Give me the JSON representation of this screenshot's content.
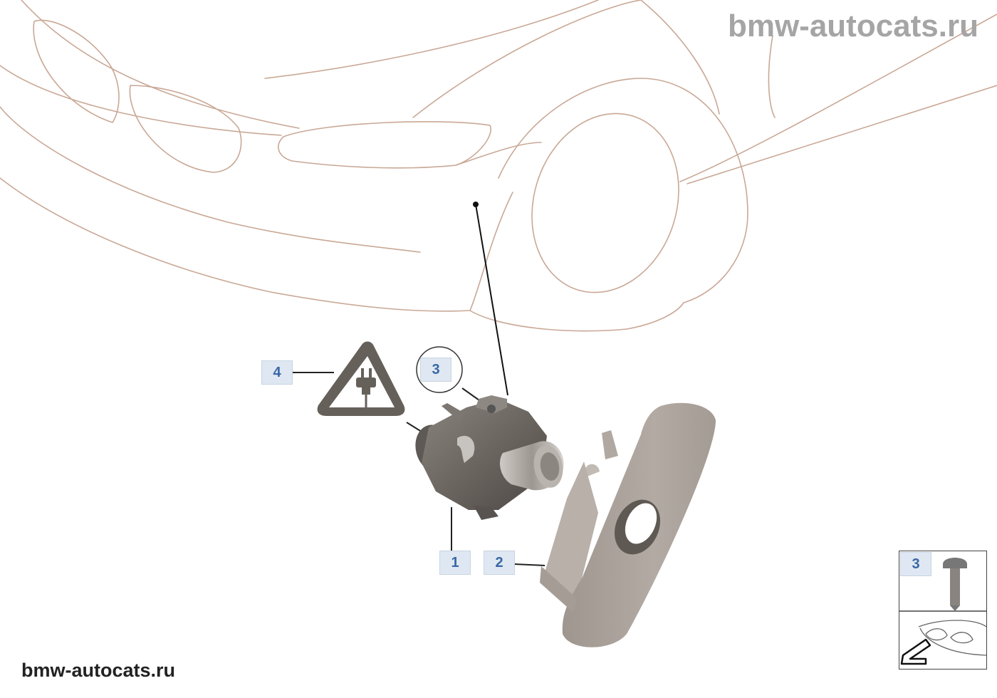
{
  "watermarks": {
    "top": "bmw-autocats.ru",
    "bottom": "bmw-autocats.ru"
  },
  "callouts": [
    {
      "id": "callout-1",
      "label": "1"
    },
    {
      "id": "callout-2",
      "label": "2"
    },
    {
      "id": "callout-3-circle",
      "label": "3"
    },
    {
      "id": "callout-4",
      "label": "4"
    },
    {
      "id": "callout-3-inset",
      "label": "3"
    }
  ],
  "icons": {
    "warning": "electrical-connector-warning-icon",
    "screw": "screw-icon",
    "direction": "front-arrow-icon"
  },
  "colors": {
    "car_outline": "#c9a896",
    "part_dark": "#6e6964",
    "part_cover": "#a9a19b",
    "callout_bg": "#dfe8f2",
    "callout_text": "#3a67a6",
    "watermark": "#a5a5a5"
  }
}
